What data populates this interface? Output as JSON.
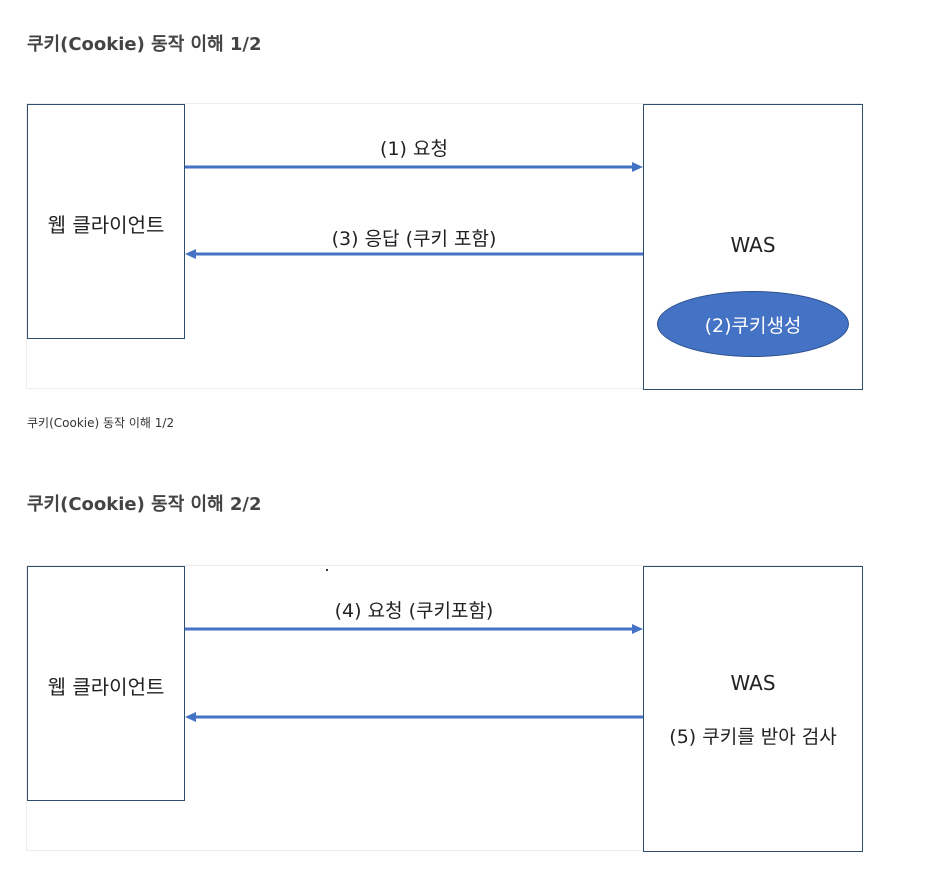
{
  "section1": {
    "heading": "쿠키(Cookie) 동작 이해 1/2",
    "client_label": "웹 클라이언트",
    "server_label": "WAS",
    "request_label": "(1) 요청",
    "response_label": "(3) 응답 (쿠키 포함)",
    "cookie_create_label": "(2)쿠키생성",
    "caption": "쿠키(Cookie) 동작 이해 1/2"
  },
  "section2": {
    "heading": "쿠키(Cookie) 동작 이해 2/2",
    "client_label": "웹 클라이언트",
    "server_label": "WAS",
    "request_label": "(4) 요청 (쿠키포함)",
    "server_sub_label": "(5) 쿠키를 받아 검사"
  },
  "colors": {
    "arrow": "#4472c4",
    "ellipse_fill": "#4472c4",
    "box_border": "#2f4f6f"
  }
}
